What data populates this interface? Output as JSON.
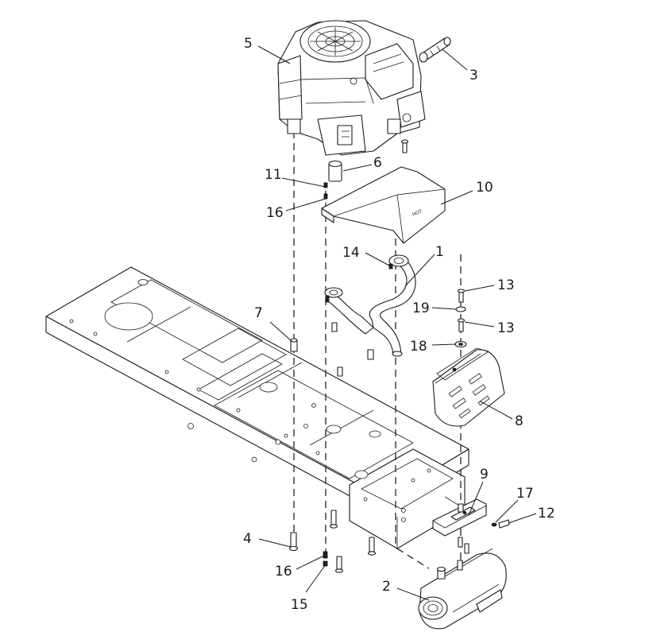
{
  "callouts": {
    "c1": "1",
    "c2": "2",
    "c3": "3",
    "c4": "4",
    "c5": "5",
    "c6": "6",
    "c7": "7",
    "c8": "8",
    "c9": "9",
    "c10": "10",
    "c11": "11",
    "c12": "12",
    "c13a": "13",
    "c13b": "13",
    "c14": "14",
    "c15": "15",
    "c16a": "16",
    "c16b": "16",
    "c17": "17",
    "c18": "18",
    "c19": "19"
  },
  "heat_shield_stamp": "HOT"
}
